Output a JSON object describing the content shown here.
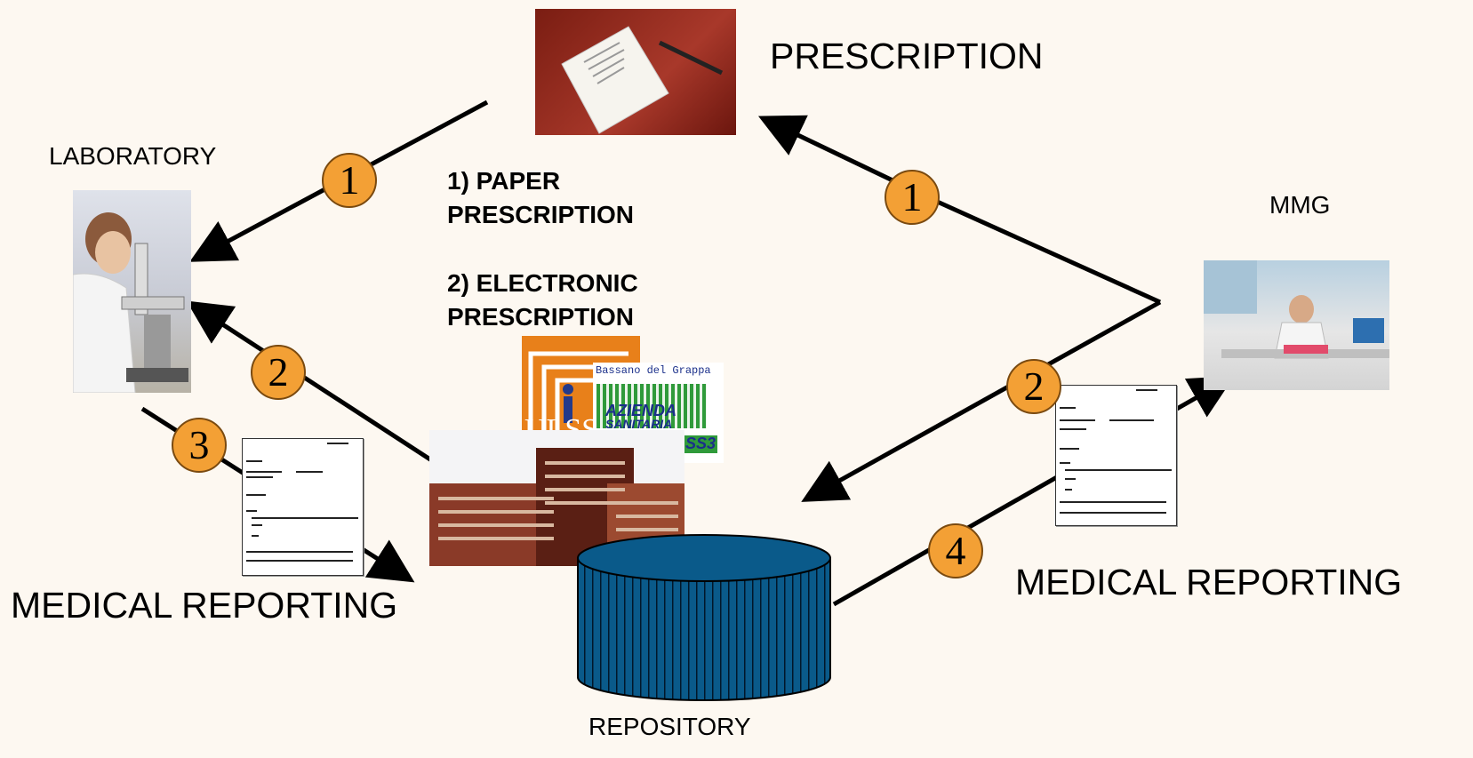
{
  "labels": {
    "prescription": "PRESCRIPTION",
    "laboratory": "LABORATORY",
    "mmg": "MMG",
    "repository": "REPOSITORY",
    "medical_reporting_left": "MEDICAL REPORTING",
    "medical_reporting_right": "MEDICAL REPORTING"
  },
  "legend": {
    "paper": "1) PAPER",
    "paper_2": "PRESCRIPTION",
    "electronic": "2) ELECTRONIC",
    "electronic_2": "PRESCRIPTION"
  },
  "badges": {
    "lab_paper": "1",
    "lab_electronic": "2",
    "lab_report": "3",
    "mmg_paper": "1",
    "mmg_electronic": "2",
    "repo_report": "4"
  },
  "logo": {
    "ulss": "ULSS",
    "city": "Bassano del Grappa",
    "azienda": "AZIENDA",
    "sanitaria": "SANITARIA",
    "ulss3": "ULSS3"
  },
  "colors": {
    "background": "#fdf8f1",
    "badge": "#f3a035",
    "repository": "#0a5a8a",
    "logo_orange": "#e8801a",
    "logo_green": "#2f9a3a",
    "logo_blue": "#1a2f8a"
  }
}
